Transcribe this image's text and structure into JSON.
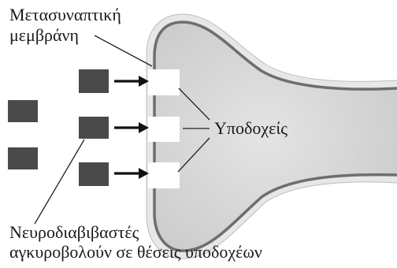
{
  "labels": {
    "membrane": {
      "line1": "Μετασυναπτική",
      "line2": "μεμβράνη"
    },
    "receptors": "Υποδοχείς",
    "neurotransmitters": {
      "line1": "Νευροδιαβιβαστές",
      "line2": "αγκυροβολούν σε θέσεις υποδοχέων"
    }
  },
  "colors": {
    "background": "#ffffff",
    "membrane_rim": "#e7e7e7",
    "membrane_interior_light": "#e4e4e4",
    "membrane_interior_dark": "#cbcbcb",
    "membrane_line": "#6e6e6e",
    "receptor_site": "#ffffff",
    "neurotransmitter": "#4a4a4a",
    "arrow": "#111111",
    "leader_line": "#222222",
    "text": "#1a1a1a"
  }
}
